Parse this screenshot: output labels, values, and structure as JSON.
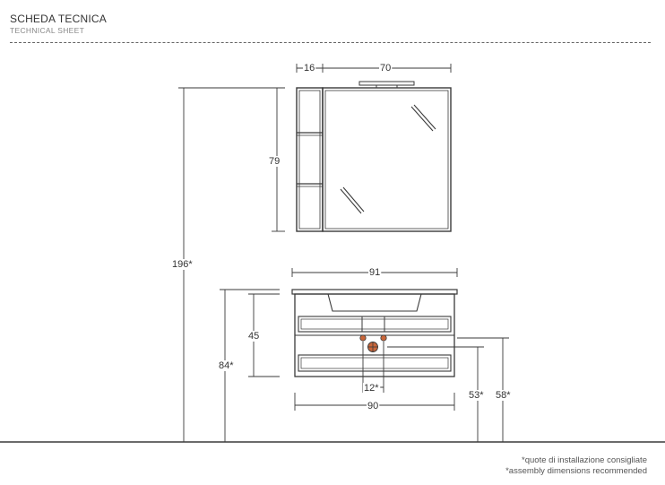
{
  "header": {
    "title": "SCHEDA TECNICA",
    "subtitle": "TECHNICAL SHEET"
  },
  "dimensions": {
    "shelf_width": "16",
    "mirror_width": "70",
    "mirror_height": "79",
    "total_height": "196*",
    "top_width": "91",
    "cabinet_height": "45",
    "install_height": "84*",
    "drain_spacing": "12*",
    "cabinet_width": "90",
    "drain_height": "53*",
    "supply_height": "58*"
  },
  "footnote": {
    "italian": "*quote di installazione consigliate",
    "english": "*assembly dimensions recommended"
  },
  "colors": {
    "line": "#3a3a3a",
    "pipe": "#c9663a",
    "background": "#ffffff"
  }
}
